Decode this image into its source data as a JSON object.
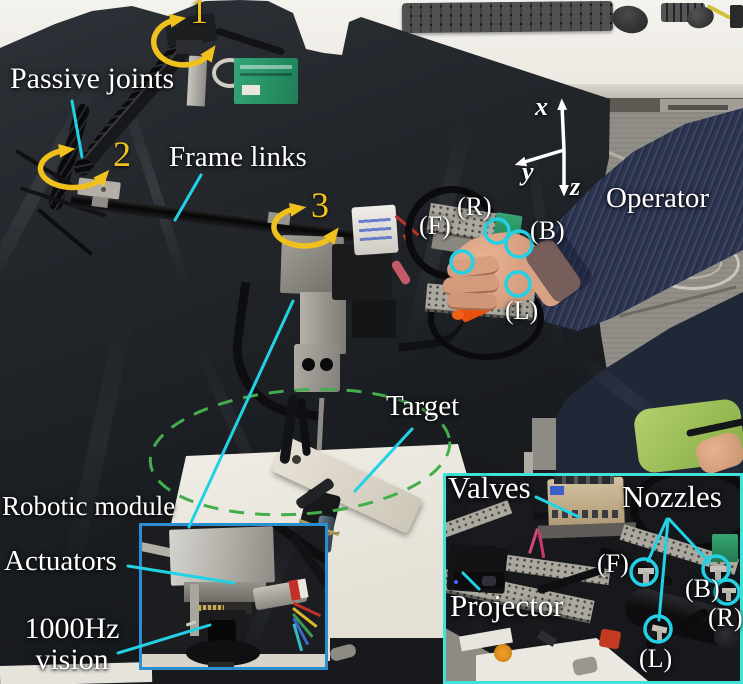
{
  "labels": {
    "passive_joints": "Passive joints",
    "frame_links": "Frame links",
    "operator": "Operator",
    "target": "Target",
    "robotic_module": "Robotic module",
    "actuators": "Actuators",
    "vision_rate": "1000Hz",
    "vision_word": "vision"
  },
  "joints": {
    "j1": "1",
    "j2": "2",
    "j3": "3"
  },
  "axes": {
    "x": "x",
    "y": "y",
    "z": "z"
  },
  "nozzles_main": {
    "front": "(F)",
    "right": "(R)",
    "back": "(B)",
    "left": "(L)"
  },
  "inset_gripper": {
    "valves": "Valves",
    "nozzles": "Nozzles",
    "projector": "Projector",
    "front": "(F)",
    "back": "(B)",
    "right": "(R)",
    "left": "(L)"
  },
  "colors": {
    "annotation_cyan": "#22d2e4",
    "highlight_yellow": "#f0c11d",
    "target_dash_green": "#44ad4d",
    "module_inset_border": "#2a8fd0",
    "gripper_inset_border": "#3fe3d7",
    "label_text": "#ffffff"
  }
}
